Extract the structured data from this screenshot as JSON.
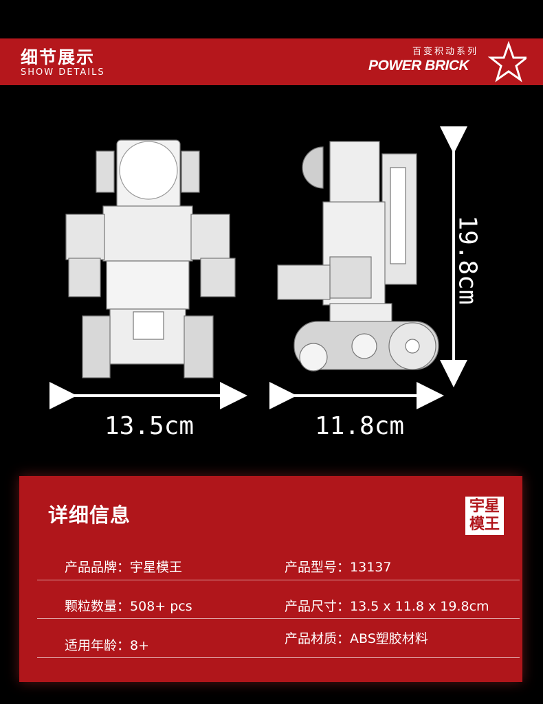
{
  "header": {
    "title": "细节展示",
    "subtitle": "SHOW DETAILS",
    "series": "百变积动系列",
    "brand_logo": "POWER BRICK"
  },
  "dimensions": {
    "front_width": "13.5cm",
    "side_depth": "11.8cm",
    "height": "19.8cm"
  },
  "details": {
    "heading": "详细信息",
    "stamp": "宇星模王",
    "items": [
      {
        "label": "产品品牌：",
        "value": "宇星模王"
      },
      {
        "label": "产品型号：",
        "value": "13137"
      },
      {
        "label": "颗粒数量：",
        "value": "508+ pcs"
      },
      {
        "label": "产品尺寸：",
        "value": "13.5 x 11.8 x 19.8cm"
      },
      {
        "label": "适用年龄：",
        "value": "8+"
      },
      {
        "label": "产品材质：",
        "value": "ABS塑胶材料"
      }
    ]
  },
  "colors": {
    "accent": "#b5171c",
    "background": "#000000"
  }
}
